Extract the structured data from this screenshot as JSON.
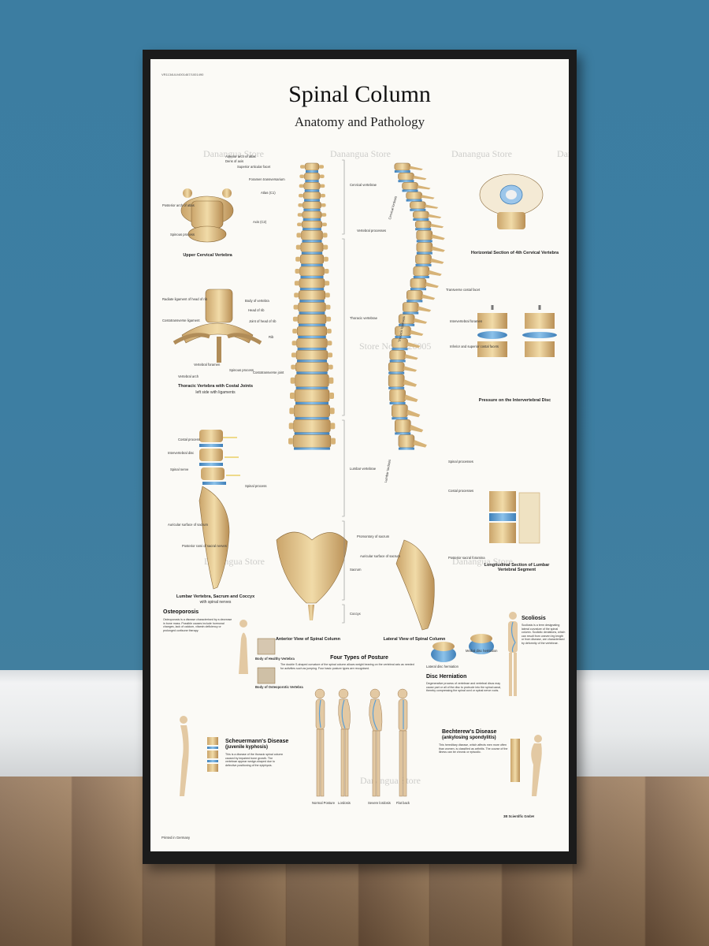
{
  "poster": {
    "code": "VR1134UU/4001467/1001490",
    "title": "Spinal Column",
    "subtitle": "Anatomy and Pathology",
    "watermarks": [
      "Danangua Store",
      "Danangua Store",
      "Danangua Store",
      "Danangua Store",
      "Store No.:2526005",
      "2526005",
      "Danangua Store",
      "Danangua Store",
      "Danangua Store"
    ],
    "captions": {
      "upper_cervical": "Upper Cervical Vertebra",
      "thoracic": "Thoracic Vertebra with Costal Joints",
      "thoracic_sub": "left side with ligaments",
      "lumbar_sacrum": "Lumbar Vertebra, Sacrum and Coccyx",
      "lumbar_sacrum_sub": "with spinal nerves",
      "anterior": "Anterior View of Spinal Column",
      "lateral": "Lateral View of Spinal Column",
      "horizontal": "Horizontal Section of 4th Cervical Vertebra",
      "pressure": "Pressure on the Intervertebral Disc",
      "longitudinal": "Longitudinal Section of Lumbar Vertebral Segment"
    },
    "regions": [
      "Cervical vertebrae",
      "Thoracic vertebrae",
      "Lumbar vertebrae",
      "Sacrum",
      "Coccyx"
    ],
    "curvatures": [
      "Cervical lordosis",
      "Thoracic kyphosis",
      "Lumbar lordosis"
    ],
    "labels": [
      "Anterior arch of atlas",
      "Dens of axis",
      "Superior articular facet",
      "Foramen transversarium",
      "Atlas (C1)",
      "Posterior arch of atlas",
      "Spinous process",
      "Axis (C2)",
      "Radiate ligament of head of rib",
      "Body of vertebra",
      "Head of rib",
      "Joint of head of rib",
      "Rib",
      "Costotransverse ligament",
      "Vertebral foramen",
      "Spinous process",
      "Costotransverse joint",
      "Vertebral arch",
      "Costal process",
      "Intervertebral disc",
      "Spinal nerve",
      "Spinal process",
      "Auricular surface of sacrum",
      "Posterior rami of sacral nerves",
      "Transverse costal facet",
      "Intervertebral foramen",
      "Inferior and superior costal facets",
      "Spinal processes",
      "Costal processes",
      "Promontory of sacrum",
      "Auricular surface of sacrum",
      "Posterior sacral foramina",
      "Vertebral processes"
    ],
    "osteoporosis": {
      "title": "Osteoporosis",
      "text": "Osteoporosis is a disease characterised by a decrease in bone mass. Possible causes include hormonal changes, lack of calcium, vitamin deficiency or prolonged cortisone therapy.",
      "label1": "Body of Healthy Vertebra",
      "label2": "Body of Osteoporotic Vertebra"
    },
    "posture": {
      "title": "Four Types of Posture",
      "text": "The double S-shaped curvature of the spinal column allows weight bearing on the vertebral axis as needed for activities such as jumping. Four basic posture types are recognised.",
      "types": [
        "Normal Posture",
        "Lordosis",
        "Severe lordosis",
        "Flat back"
      ]
    },
    "scoliosis": {
      "title": "Scoliosis",
      "text": "Scoliosis is a term designating lateral curvature of the spinal column. Scoliotic deviations, which can result from uneven leg length or from disease, are characterised by deformity of the vertebrae."
    },
    "scheuermann": {
      "title": "Scheuermann's Disease",
      "subtitle": "(juvenile kyphosis)",
      "text": "This is a disease of the thoracic spinal column caused by impaired bone growth. The vertebrae appear wedge-shaped due to defective positioning of the epiphysis."
    },
    "herniation": {
      "title": "Disc Herniation",
      "text": "Degenerative process of vertebrae and vertebral discs may cause part or all of the disc to protrude into the spinal canal, thereby compressing the spinal cord or spinal nerve roots.",
      "label1": "Lateral disc herniation",
      "label2": "Medial disc herniation"
    },
    "bechterew": {
      "title": "Bechterew's Disease",
      "subtitle": "(ankylosing spondylitis)",
      "text": "This hereditary disease, which affects men more often than women, is classified as arthritis. The course of the illness can be chronic or episodic."
    },
    "publisher": "3B Scientific GmbH",
    "printed": "Printed in Germany"
  },
  "colors": {
    "wall": "#3c7da1",
    "bone": "#e7c98f",
    "disc": "#5b9fd6",
    "frame": "#1b1b1b"
  }
}
